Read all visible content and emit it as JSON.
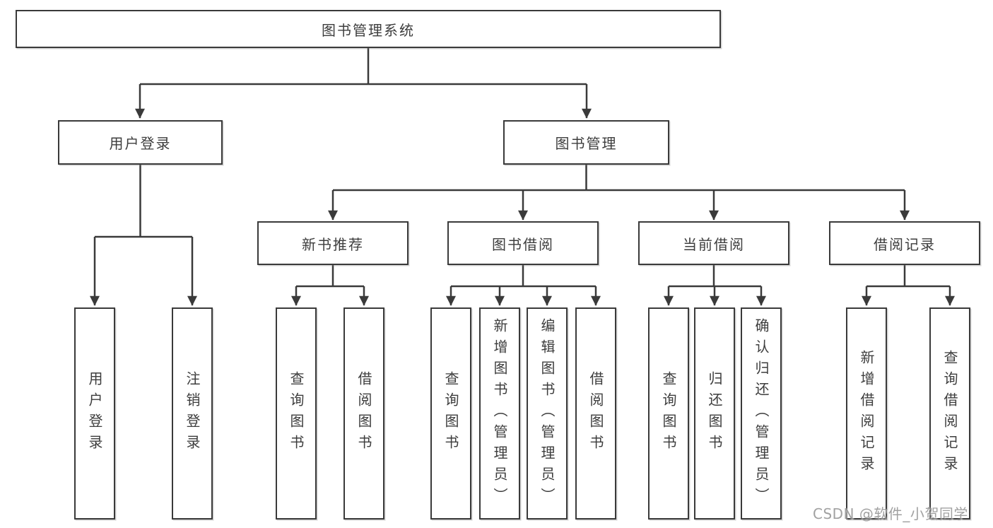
{
  "diagram": {
    "root": {
      "label": "图书管理系统"
    },
    "user": {
      "label": "用户登录",
      "children": [
        {
          "label": "用户登录"
        },
        {
          "label": "注销登录"
        }
      ]
    },
    "book": {
      "label": "图书管理",
      "sections": [
        {
          "label": "新书推荐",
          "children": [
            {
              "label": "查询图书"
            },
            {
              "label": "借阅图书"
            }
          ]
        },
        {
          "label": "图书借阅",
          "children": [
            {
              "label": "查询图书"
            },
            {
              "label": "新增图书（管理员）"
            },
            {
              "label": "编辑图书（管理员）"
            },
            {
              "label": "借阅图书"
            }
          ]
        },
        {
          "label": "当前借阅",
          "children": [
            {
              "label": "查询图书"
            },
            {
              "label": "归还图书"
            },
            {
              "label": "确认归还（管理员）"
            }
          ]
        },
        {
          "label": "借阅记录",
          "children": [
            {
              "label": "新增借阅记录"
            },
            {
              "label": "查询借阅记录"
            }
          ]
        }
      ]
    },
    "watermark": "CSDN @软件_小贺同学",
    "colors": {
      "line": "#3a3a3a",
      "text": "#3d3d3d",
      "watermark": "#8a8a8a",
      "background": "#ffffff"
    }
  }
}
